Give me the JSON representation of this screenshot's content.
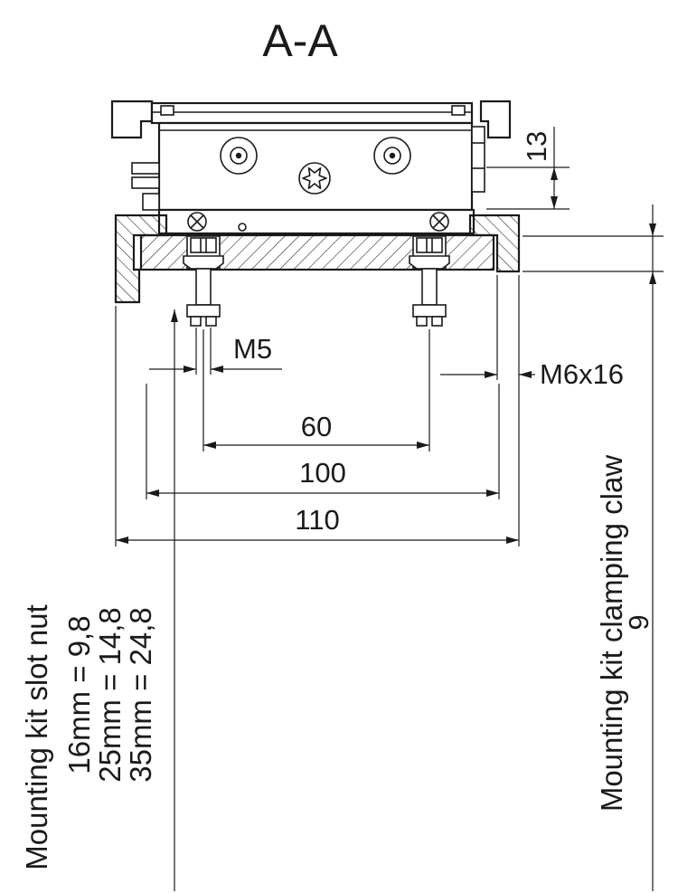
{
  "title": "A-A",
  "dimensions": {
    "step_height": "13",
    "claw_grip_depth": "9",
    "bolt_spacing": "60",
    "claw_spacing": "100",
    "overall_width": "110",
    "bolt_thread": "M5",
    "claw_screw": "M6x16"
  },
  "notes": {
    "slot_nut": {
      "title": "Mounting kit slot nut",
      "variants": [
        "16mm = 9,8",
        "25mm = 14,8",
        "35mm = 24,8"
      ]
    },
    "clamping_claw": {
      "title": "Mounting kit clamping claw"
    }
  },
  "colors": {
    "line": "#1a1a1a",
    "background": "#ffffff"
  }
}
